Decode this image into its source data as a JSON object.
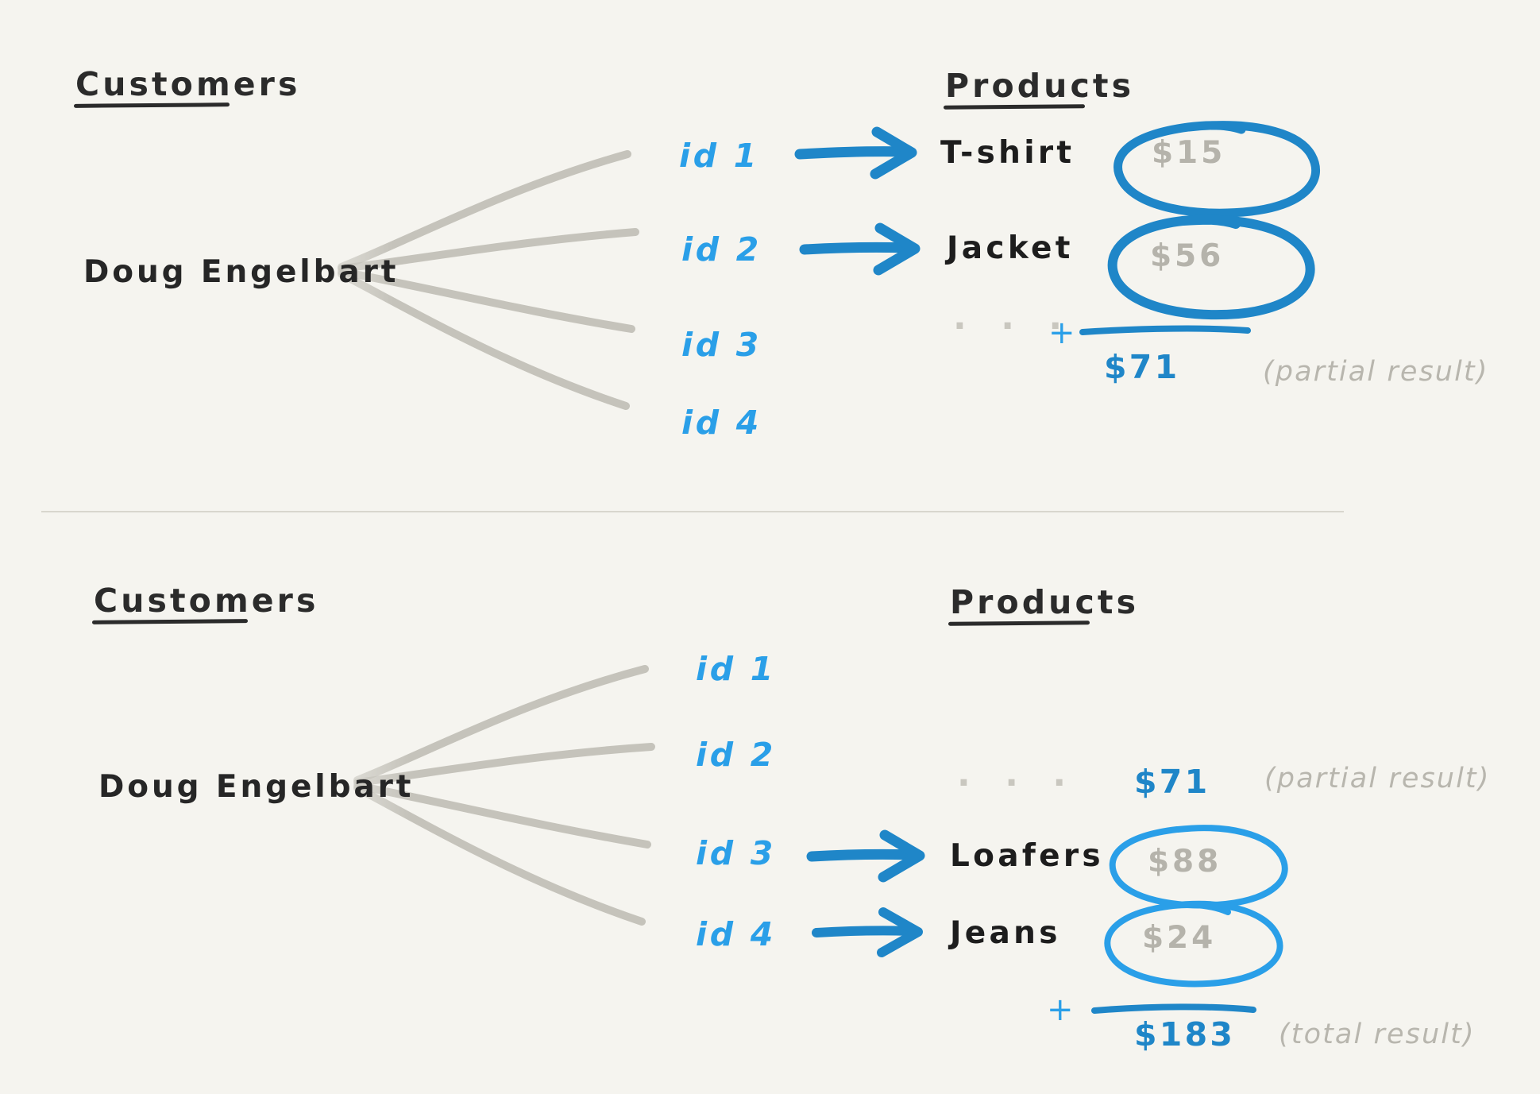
{
  "colors": {
    "background": "#f5f4ef",
    "ink": "#2b2b2b",
    "blue": "#1f86c8",
    "blue_light": "#2a9fe8",
    "gray": "#b5b3ab",
    "fan_line": "#c5c3bb"
  },
  "panels": [
    {
      "id": "top-panel",
      "customers_header": "Customers",
      "products_header": "Products",
      "customer_name": "Doug Engelbart",
      "ids": [
        "id 1",
        "id 2",
        "id 3",
        "id 4"
      ],
      "rows": [
        {
          "id": "id 1",
          "product": "T-shirt",
          "price": "$15",
          "circled": true,
          "arrow": true
        },
        {
          "id": "id 2",
          "product": "Jacket",
          "price": "$56",
          "circled": true,
          "arrow": true
        },
        {
          "id": "id 3",
          "product": "",
          "price": "",
          "circled": false,
          "arrow": false
        },
        {
          "id": "id 4",
          "product": "",
          "price": "",
          "circled": false,
          "arrow": false
        }
      ],
      "ellipsis": "· · ·",
      "plus": "+",
      "sum_value": "$71",
      "sum_annotation": "(partial result)"
    },
    {
      "id": "bottom-panel",
      "customers_header": "Customers",
      "products_header": "Products",
      "customer_name": "Doug Engelbart",
      "ids": [
        "id 1",
        "id 2",
        "id 3",
        "id 4"
      ],
      "rows": [
        {
          "id": "id 1",
          "product": "",
          "price": "",
          "circled": false,
          "arrow": false
        },
        {
          "id": "id 2",
          "product": "",
          "price": "",
          "circled": false,
          "arrow": false
        },
        {
          "id": "id 3",
          "product": "Loafers",
          "price": "$88",
          "circled": true,
          "arrow": true
        },
        {
          "id": "id 4",
          "product": "Jeans",
          "price": "$24",
          "circled": true,
          "arrow": true
        }
      ],
      "ellipsis": "· · ·",
      "carried_value": "$71",
      "carried_annotation": "(partial result)",
      "plus": "+",
      "sum_value": "$183",
      "sum_annotation": "(total result)"
    }
  ],
  "chart_data": {
    "type": "diagram",
    "title": "Customers to Products fan-out with partial and total sums",
    "entities": {
      "customer": "Doug Engelbart",
      "order_ids": [
        "id 1",
        "id 2",
        "id 3",
        "id 4"
      ]
    },
    "products": [
      {
        "order_id": "id 1",
        "name": "T-shirt",
        "price": 15
      },
      {
        "order_id": "id 2",
        "name": "Jacket",
        "price": 56
      },
      {
        "order_id": "id 3",
        "name": "Loafers",
        "price": 88
      },
      {
        "order_id": "id 4",
        "name": "Jeans",
        "price": 24
      }
    ],
    "partial_result": 71,
    "total_result": 183
  }
}
